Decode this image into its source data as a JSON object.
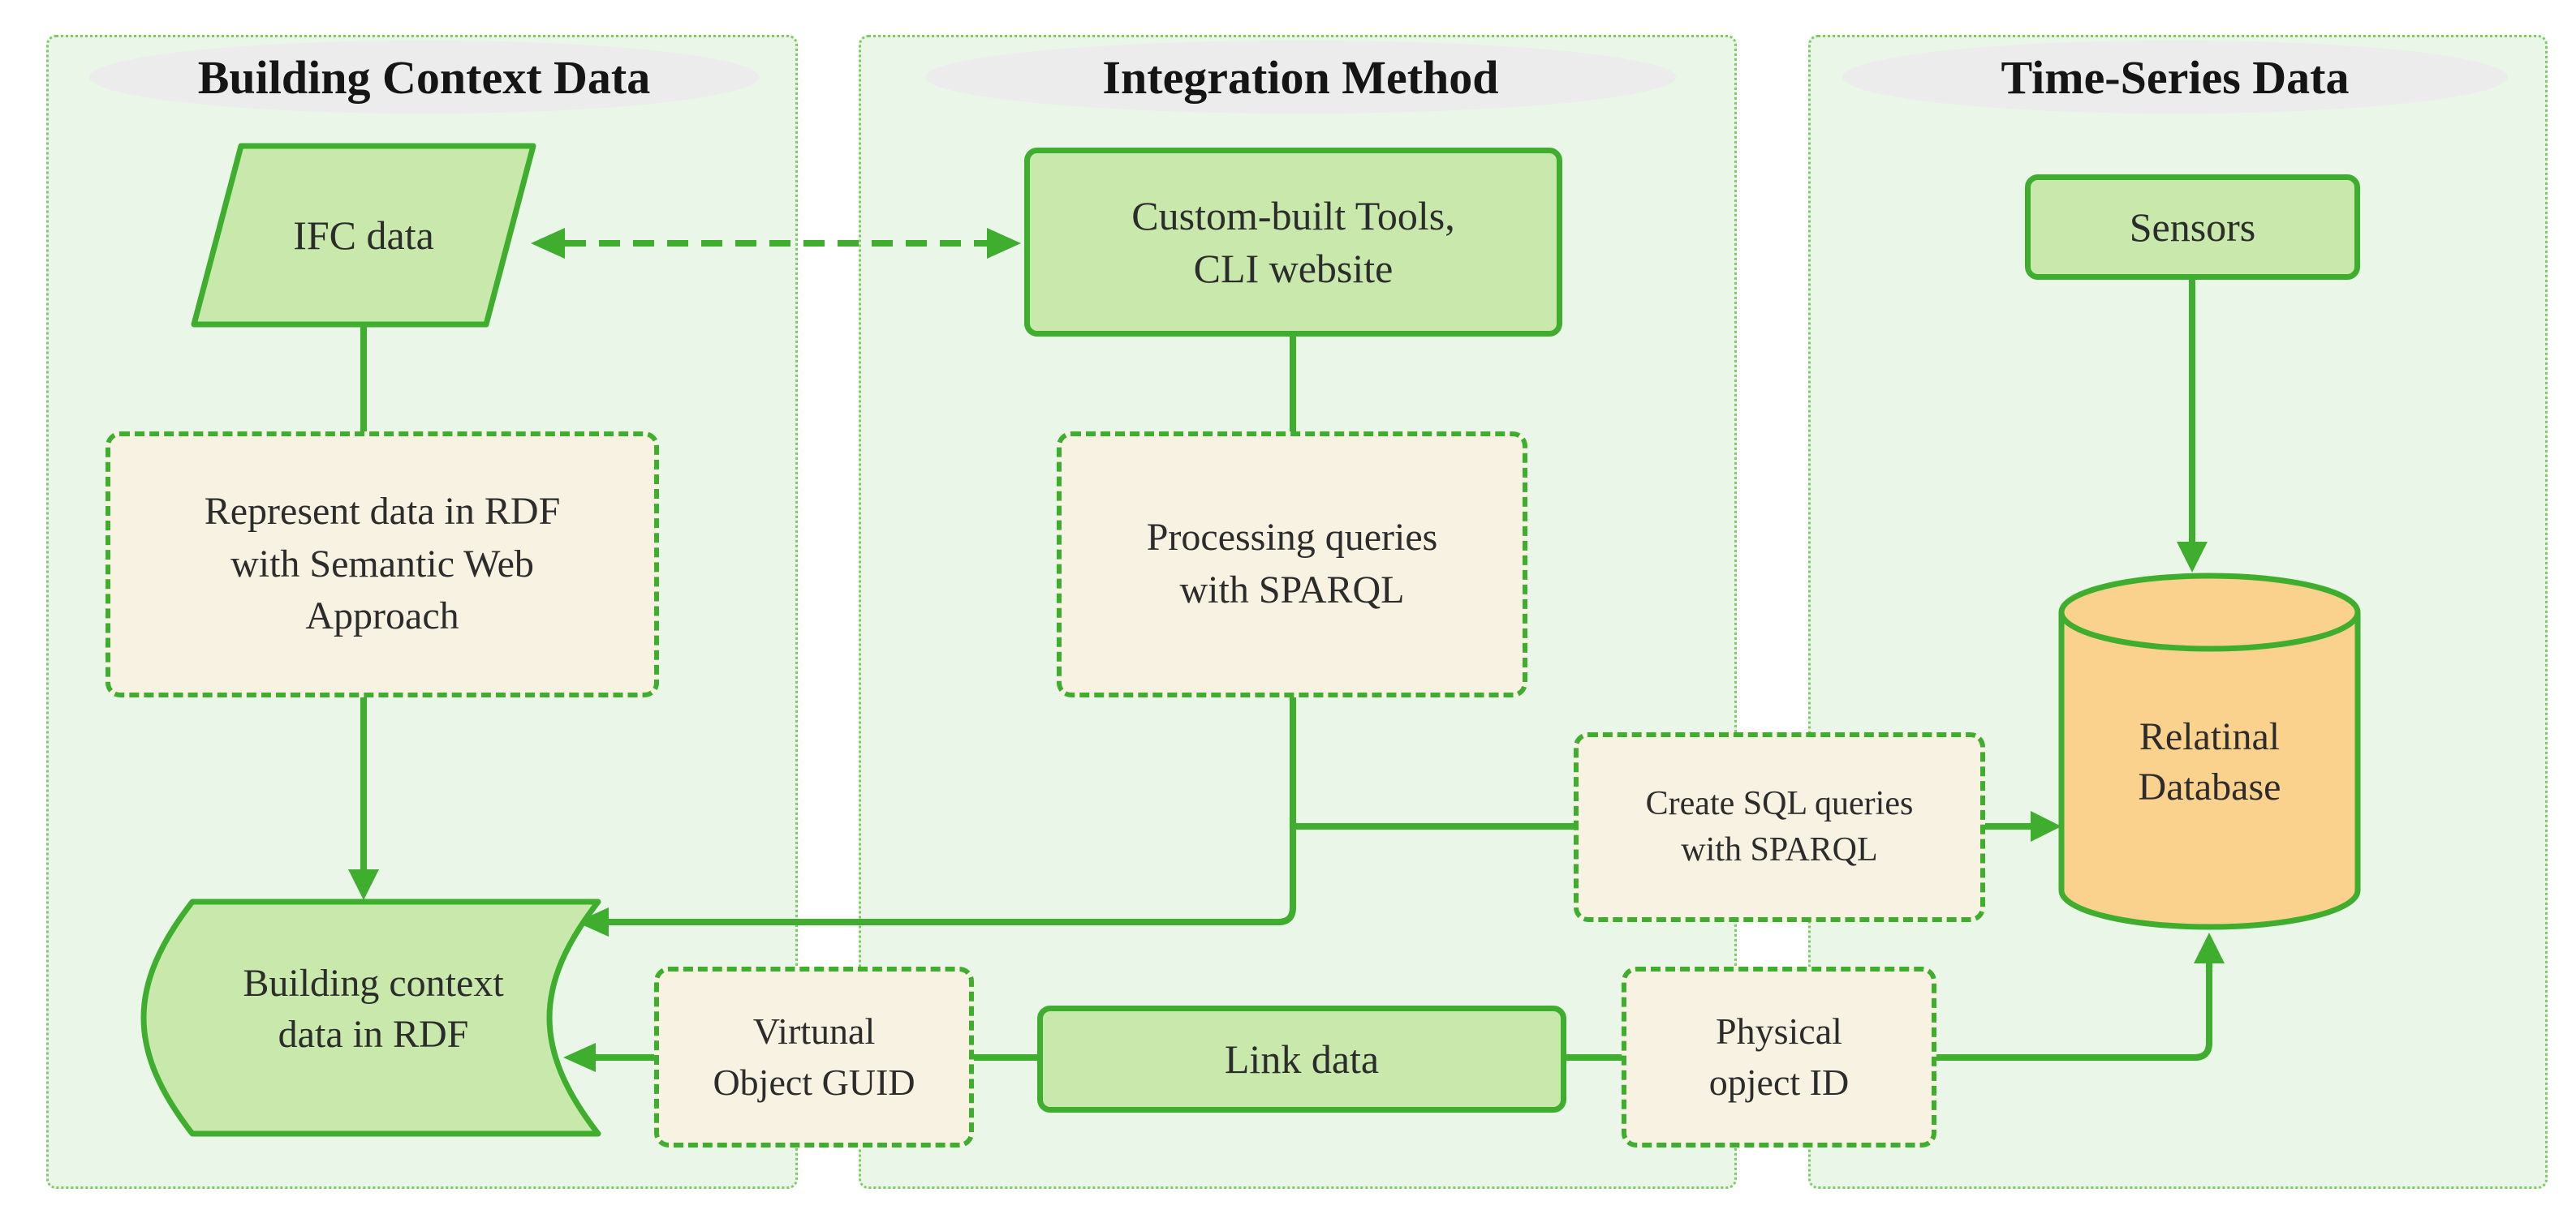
{
  "panels": [
    {
      "title": "Building Context Data"
    },
    {
      "title": "Integration Method"
    },
    {
      "title": "Time-Series Data"
    }
  ],
  "nodes": {
    "ifc": {
      "label": "IFC data",
      "shape": "parallelogram"
    },
    "custom_tools": {
      "label": "Custom-built Tools,\nCLI website",
      "shape": "rounded-rect"
    },
    "sensors": {
      "label": "Sensors",
      "shape": "rounded-rect"
    },
    "represent": {
      "label": "Represent data in RDF\nwith Semantic Web\nApproach",
      "shape": "dashed-box"
    },
    "processing": {
      "label": "Processing queries\nwith SPARQL",
      "shape": "dashed-box"
    },
    "create_sql": {
      "label": "Create SQL queries\nwith SPARQL",
      "shape": "dashed-box"
    },
    "building_context": {
      "label": "Building context\ndata in RDF",
      "shape": "curved-flag"
    },
    "virtual_guid": {
      "label": "Virtunal\nObject GUID",
      "shape": "dashed-box"
    },
    "link_data": {
      "label": "Link data",
      "shape": "rounded-rect"
    },
    "physical_id": {
      "label": "Physical\nopject ID",
      "shape": "dashed-box"
    },
    "relational_db": {
      "label": "Relatinal\nDatabase",
      "shape": "cylinder"
    }
  },
  "edges": [
    {
      "from": "ifc",
      "to": "represent",
      "style": "solid",
      "arrow": "none"
    },
    {
      "from": "represent",
      "to": "building_context",
      "style": "solid",
      "arrow": "end"
    },
    {
      "from": "ifc",
      "to": "custom_tools",
      "style": "dashed",
      "arrow": "both"
    },
    {
      "from": "custom_tools",
      "to": "processing",
      "style": "solid",
      "arrow": "none"
    },
    {
      "from": "processing",
      "to": "building_context",
      "style": "solid",
      "arrow": "end"
    },
    {
      "from": "processing",
      "to": "create_sql",
      "style": "solid",
      "arrow": "none"
    },
    {
      "from": "create_sql",
      "to": "relational_db",
      "style": "solid",
      "arrow": "end"
    },
    {
      "from": "sensors",
      "to": "relational_db",
      "style": "solid",
      "arrow": "end"
    },
    {
      "from": "virtual_guid",
      "to": "building_context",
      "style": "solid",
      "arrow": "end"
    },
    {
      "from": "virtual_guid",
      "to": "link_data",
      "style": "solid",
      "arrow": "none"
    },
    {
      "from": "link_data",
      "to": "physical_id",
      "style": "solid",
      "arrow": "none"
    },
    {
      "from": "physical_id",
      "to": "relational_db",
      "style": "solid",
      "arrow": "end"
    }
  ],
  "colors": {
    "node_fill": "#c9e8ab",
    "node_stroke": "#3fae2e",
    "dashed_fill": "#f7f2e2",
    "panel_fill": "#e9f6e8",
    "panel_border": "#7dcb62",
    "header_fill": "#ebeceb",
    "db_fill": "#fbd28d",
    "edge": "#3fae2e",
    "text": "#2c2c2c",
    "page_bg": "#ffffff"
  }
}
